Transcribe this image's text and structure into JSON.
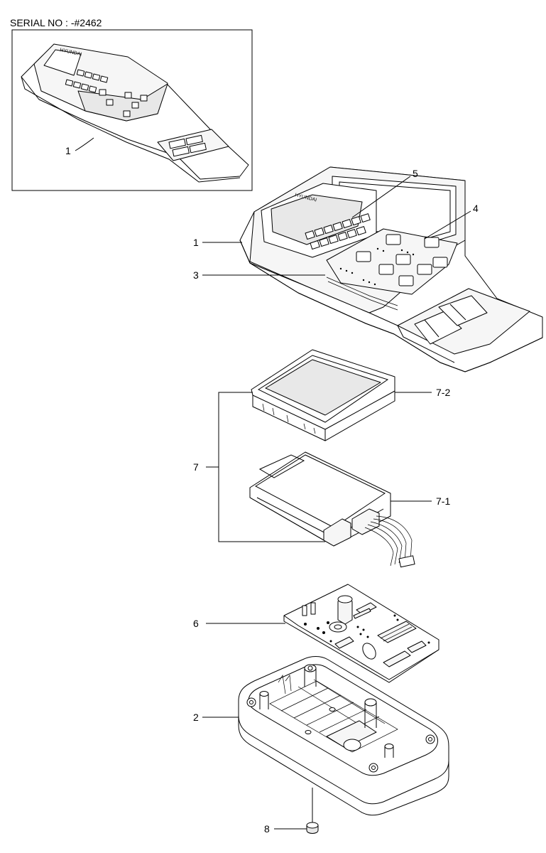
{
  "header": {
    "serial": "SERIAL NO : -#2462"
  },
  "inset": {
    "callout_1": "1"
  },
  "callouts": {
    "c1": "1",
    "c2": "2",
    "c3": "3",
    "c4": "4",
    "c5": "5",
    "c6": "6",
    "c7": "7",
    "c7_1": "7-1",
    "c7_2": "7-2",
    "c8": "8"
  },
  "panel_text": {
    "brand": "HYUNDAI"
  }
}
